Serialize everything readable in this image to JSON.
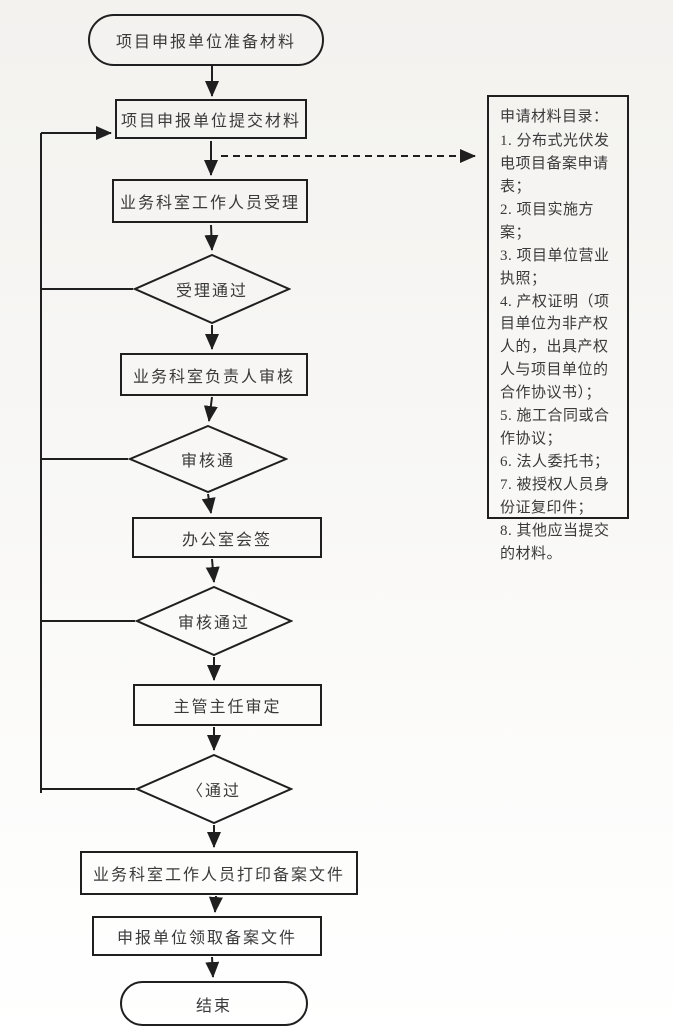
{
  "nodes": {
    "start": {
      "label": "项目申报单位准备材料"
    },
    "submit": {
      "label": "项目申报单位提交材料"
    },
    "accept": {
      "label": "业务科室工作人员受理"
    },
    "d1": {
      "label": "受理通过"
    },
    "review_head": {
      "label": "业务科室负责人审核"
    },
    "d2": {
      "label": "审核通"
    },
    "countersign": {
      "label": "办公室会签"
    },
    "d3": {
      "label": "审核通过"
    },
    "director": {
      "label": "主管主任审定"
    },
    "d4": {
      "label": "〈通过"
    },
    "print": {
      "label": "业务科室工作人员打印备案文件"
    },
    "collect": {
      "label": "申报单位领取备案文件"
    },
    "end": {
      "label": "结束"
    }
  },
  "panel": {
    "title": "申请材料目录：",
    "items": [
      "1. 分布式光伏发电项目备案申请表；",
      "2. 项目实施方案；",
      "3. 项目单位营业执照；",
      "4. 产权证明（项目单位为非产权人的，出具产权人与项目单位的合作协议书）；",
      "5. 施工合同或合作协议；",
      "6. 法人委托书；",
      "7. 被授权人员身份证复印件；",
      "8. 其他应当提交的材料。"
    ]
  },
  "colors": {
    "line": "#1f1f1f",
    "text": "#3a3a3a",
    "background": "#f5f4f1"
  }
}
